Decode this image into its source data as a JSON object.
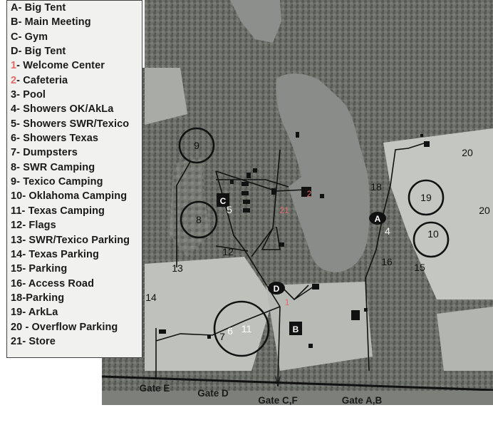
{
  "legend": {
    "items": [
      {
        "num": "A",
        "text": "- Big Tent",
        "red": false
      },
      {
        "num": "B",
        "text": "- Main Meeting",
        "red": false
      },
      {
        "num": "C",
        "text": "- Gym",
        "red": false
      },
      {
        "num": "D",
        "text": "- Big Tent",
        "red": false
      },
      {
        "num": "1",
        "text": "- Welcome Center",
        "red": true
      },
      {
        "num": "2",
        "text": "- Cafeteria",
        "red": true
      },
      {
        "num": "3",
        "text": "- Pool",
        "red": false
      },
      {
        "num": "4",
        "text": "- Showers OK/AkLa",
        "red": false
      },
      {
        "num": "5",
        "text": "- Showers SWR/Texico",
        "red": false
      },
      {
        "num": "6",
        "text": "- Showers Texas",
        "red": false
      },
      {
        "num": "7",
        "text": "- Dumpsters",
        "red": false
      },
      {
        "num": "8",
        "text": "- SWR Camping",
        "red": false
      },
      {
        "num": "9",
        "text": "- Texico Camping",
        "red": false
      },
      {
        "num": "10",
        "text": "- Oklahoma Camping",
        "red": false
      },
      {
        "num": "11",
        "text": "- Texas Camping",
        "red": false
      },
      {
        "num": "12",
        "text": "- Flags",
        "red": false
      },
      {
        "num": "13",
        "text": "- SWR/Texico Parking",
        "red": false
      },
      {
        "num": "14",
        "text": "- Texas Parking",
        "red": false
      },
      {
        "num": "15",
        "text": "- Parking",
        "red": false
      },
      {
        "num": "16",
        "text": "- Access Road",
        "red": false
      },
      {
        "num": "18",
        "text": "-Parking",
        "red": false
      },
      {
        "num": "19",
        "text": "- ArkLa",
        "red": false
      },
      {
        "num": "20",
        "text": " - Overflow Parking",
        "red": false
      },
      {
        "num": "21",
        "text": "- Store",
        "red": false
      }
    ]
  },
  "map": {
    "labels": {
      "l9": "9",
      "l8": "8",
      "l5": "5",
      "l12": "12",
      "l13": "13",
      "l14": "14",
      "l11": "11",
      "l6": "6",
      "l7": "7",
      "l18": "18",
      "l19": "19",
      "l10": "10",
      "l4": "4",
      "l16": "16",
      "l15": "15",
      "l20a": "20",
      "l20b": "20",
      "l21": "21",
      "l1": "1",
      "l2": "2"
    },
    "markers": {
      "A": "A",
      "B": "B",
      "C": "C",
      "D": "D"
    },
    "gates": {
      "e": "Gate E",
      "d": "Gate D",
      "cf": "Gate C,F",
      "ab": "Gate A,B"
    },
    "colors": {
      "red_label": "#e46a6a",
      "lake": "#8a8c8a",
      "field": "#c8cbc6",
      "trees": "#5a5e58"
    }
  }
}
